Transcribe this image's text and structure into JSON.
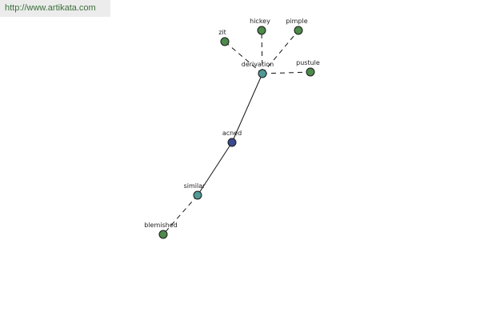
{
  "banner": {
    "url": "http://www.artikata.com"
  },
  "colors": {
    "center": "#3a4a8e",
    "relation": "#4f9a94",
    "leaf": "#4d8a4b",
    "edge": "#111111"
  },
  "graph": {
    "center": "acned",
    "nodes": [
      {
        "id": "acned",
        "label": "acned",
        "role": "center"
      },
      {
        "id": "derivation",
        "label": "derivation",
        "role": "relation"
      },
      {
        "id": "similar",
        "label": "similar",
        "role": "relation"
      },
      {
        "id": "zit",
        "label": "zit",
        "role": "leaf"
      },
      {
        "id": "hickey",
        "label": "hickey",
        "role": "leaf"
      },
      {
        "id": "pimple",
        "label": "pimple",
        "role": "leaf"
      },
      {
        "id": "pustule",
        "label": "pustule",
        "role": "leaf"
      },
      {
        "id": "blemished",
        "label": "blemished",
        "role": "leaf"
      }
    ],
    "edges": [
      {
        "from": "acned",
        "to": "derivation",
        "style": "solid"
      },
      {
        "from": "acned",
        "to": "similar",
        "style": "solid"
      },
      {
        "from": "derivation",
        "to": "zit",
        "style": "dashed"
      },
      {
        "from": "derivation",
        "to": "hickey",
        "style": "dashed"
      },
      {
        "from": "derivation",
        "to": "pimple",
        "style": "dashed"
      },
      {
        "from": "derivation",
        "to": "pustule",
        "style": "dashed"
      },
      {
        "from": "similar",
        "to": "blemished",
        "style": "dashed"
      }
    ]
  }
}
